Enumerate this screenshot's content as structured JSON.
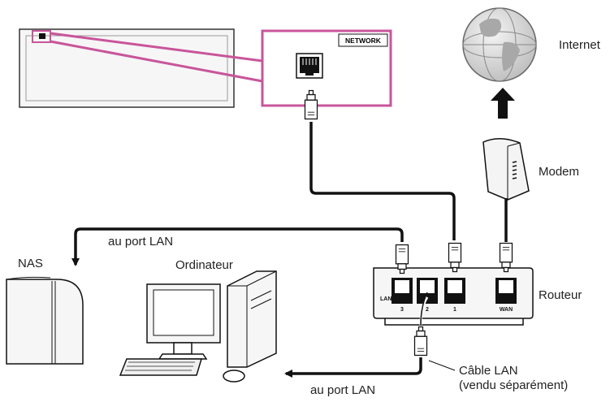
{
  "labels": {
    "internet": "Internet",
    "modem": "Modem",
    "routeur": "Routeur",
    "nas": "NAS",
    "ordinateur": "Ordinateur",
    "network": "NETWORK",
    "port_lan_nas": "au port LAN",
    "port_lan_pc": "au port LAN",
    "cable_line1": "Câble LAN",
    "cable_line2": "(vendu séparément)"
  },
  "router": {
    "lan_label": "LAN",
    "wan_label": "WAN",
    "ports": [
      "3",
      "2",
      "1"
    ]
  },
  "colors": {
    "highlight": "#c8559a",
    "line": "#111111",
    "device_fill": "#f4f4f4",
    "globe_fill": "#d9d9d9"
  },
  "icons": [
    "globe-icon",
    "arrow-up-icon",
    "rj45-connector-icon",
    "ethernet-port-icon"
  ]
}
